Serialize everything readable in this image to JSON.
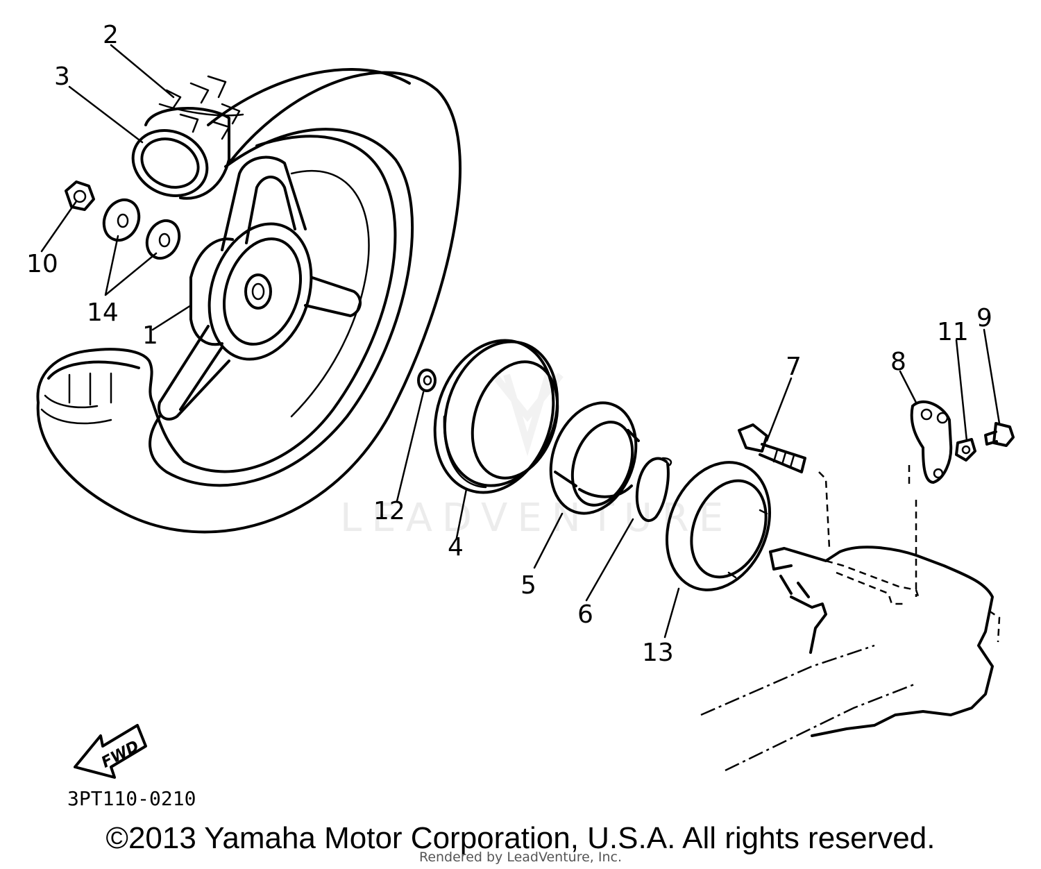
{
  "diagram": {
    "callouts": [
      "1",
      "2",
      "3",
      "4",
      "5",
      "6",
      "7",
      "8",
      "9",
      "10",
      "11",
      "12",
      "13",
      "14"
    ],
    "watermark": "LEADVENTURE",
    "direction_label": "FWD",
    "diagram_code": "3PT110-0210"
  },
  "footer": {
    "copyright": "©2013 Yamaha Motor Corporation, U.S.A. All rights reserved.",
    "rendered_by": "Rendered by LeadVenture, Inc."
  }
}
